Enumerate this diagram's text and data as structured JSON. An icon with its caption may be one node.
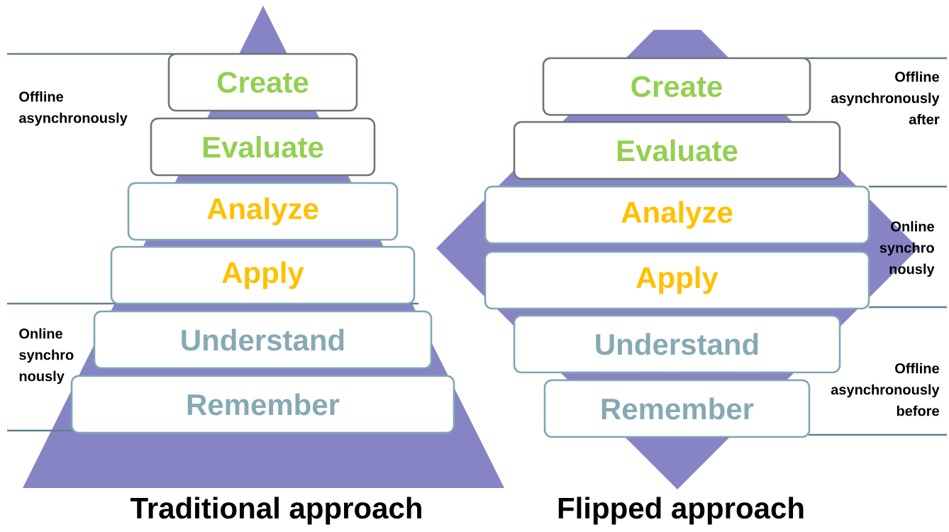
{
  "diagram": {
    "nodes": [
      {
        "text": [
          "Create"
        ]
      },
      {
        "text": [
          "Evaluate"
        ]
      },
      {
        "text": [
          "Analyze"
        ]
      },
      {
        "text": [
          "Apply"
        ]
      },
      {
        "text": [
          "Understand"
        ]
      },
      {
        "text": [
          "Remember"
        ]
      },
      {
        "text": [
          "Create"
        ]
      },
      {
        "text": [
          "Evaluate"
        ]
      },
      {
        "text": [
          "Analyze"
        ]
      },
      {
        "text": [
          "Apply"
        ]
      },
      {
        "text": [
          "Understand"
        ]
      },
      {
        "text": [
          "Remember"
        ]
      }
    ],
    "edges": [],
    "labels": [
      "Offline asynchronously",
      "Online synchro nously",
      "Offline asynchronously after",
      "Online synchro nously",
      "Offline asynchronously before",
      "Traditional approach",
      "Flipped approach"
    ]
  }
}
